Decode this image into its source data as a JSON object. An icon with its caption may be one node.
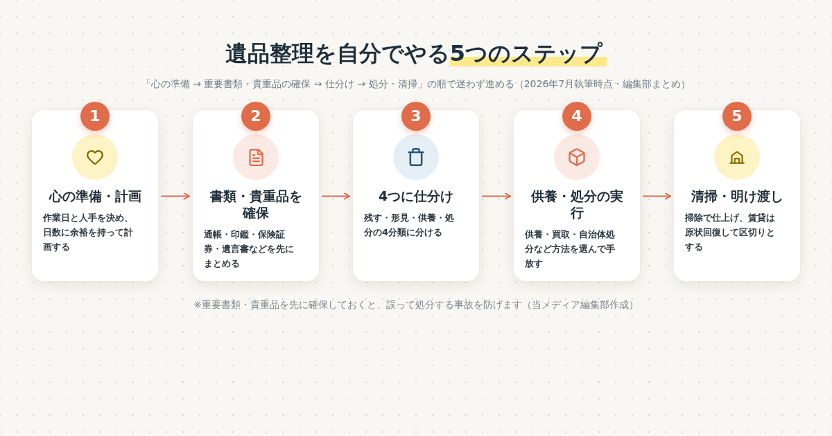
{
  "diagram": {
    "title": "遺品整理を自分でやる**5つのステップ**",
    "nodes": [
      {
        "text": [
          "1",
          "心の準備・計画",
          "作業日と人手を決め、日数に余裕を持って計画する"
        ]
      },
      {
        "text": [
          "2",
          "書類・貴重品を確保",
          "通帳・印鑑・保険証券・遺言書などを先にまとめる"
        ]
      },
      {
        "text": [
          "3",
          "4つに仕分け",
          "残す・形見・供養・処分の4分類に分ける"
        ]
      },
      {
        "text": [
          "4",
          "供養・処分の実行",
          "供養・買取・自治体処分など方法を選んで手放す"
        ]
      },
      {
        "text": [
          "5",
          "清掃・明け渡し",
          "掃除で仕上げ、賃貸は原状回復して区切りとする"
        ]
      }
    ],
    "edges": [
      {
        "from": 0,
        "to": 1,
        "arrow": "to"
      },
      {
        "from": 1,
        "to": 2,
        "arrow": "to"
      },
      {
        "from": 2,
        "to": 3,
        "arrow": "to"
      },
      {
        "from": 3,
        "to": 4,
        "arrow": "to"
      }
    ],
    "labels": [
      "「心の準備 → 重要書類・貴重品の確保 → 仕分け → 処分・清掃」の順で迷わず進める（2026年7月執筆時点・編集部まとめ）",
      "※重要書類・貴重品を先に確保しておくと、誤って処分する事故を防げます（当メディア編集部作成）"
    ]
  }
}
